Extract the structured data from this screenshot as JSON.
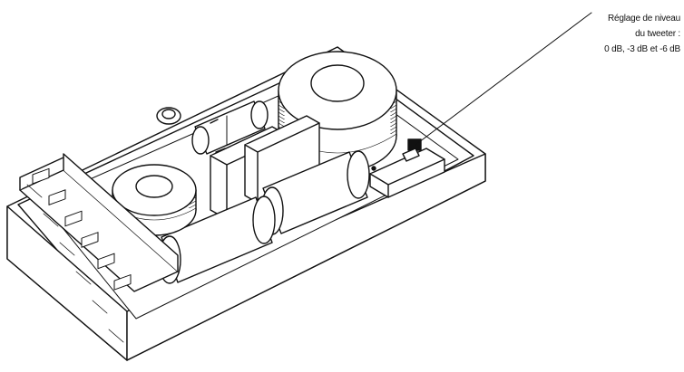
{
  "figure": {
    "callout": {
      "line1": "Réglage de niveau",
      "line2": "du tweeter :",
      "line3": "0 dB, -3 dB et -6 dB"
    }
  },
  "colors": {
    "ink": "#111111",
    "paper": "#ffffff"
  }
}
